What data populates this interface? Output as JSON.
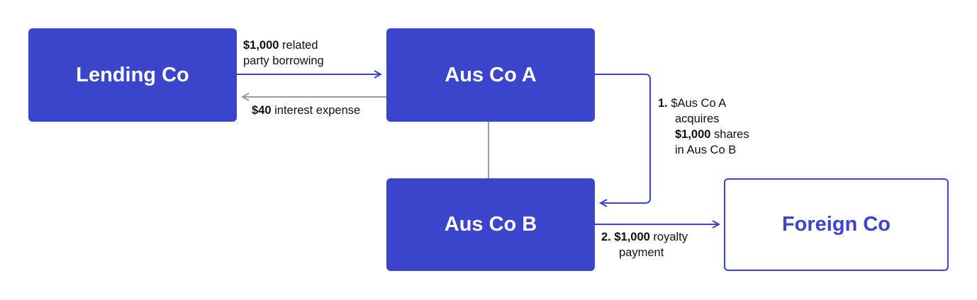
{
  "nodes": {
    "lending": "Lending Co",
    "aus_a": "Aus Co A",
    "aus_b": "Aus Co B",
    "foreign": "Foreign Co"
  },
  "edges": {
    "borrowing": {
      "amount": "$1,000",
      "text1": " related",
      "text2": "party borrowing"
    },
    "interest": {
      "amount": "$40",
      "text": " interest expense"
    },
    "acquire": {
      "num": "1.",
      "text1": " $Aus Co A",
      "text2": "acquires",
      "amount": "$1,000",
      "text3": " shares",
      "text4": "in Aus Co B"
    },
    "royalty": {
      "num": "2.",
      "amount": " $1,000",
      "text1": " royalty",
      "text2": "payment"
    }
  },
  "colors": {
    "primary": "#3a45cc",
    "connector": "#9a9aa6"
  }
}
